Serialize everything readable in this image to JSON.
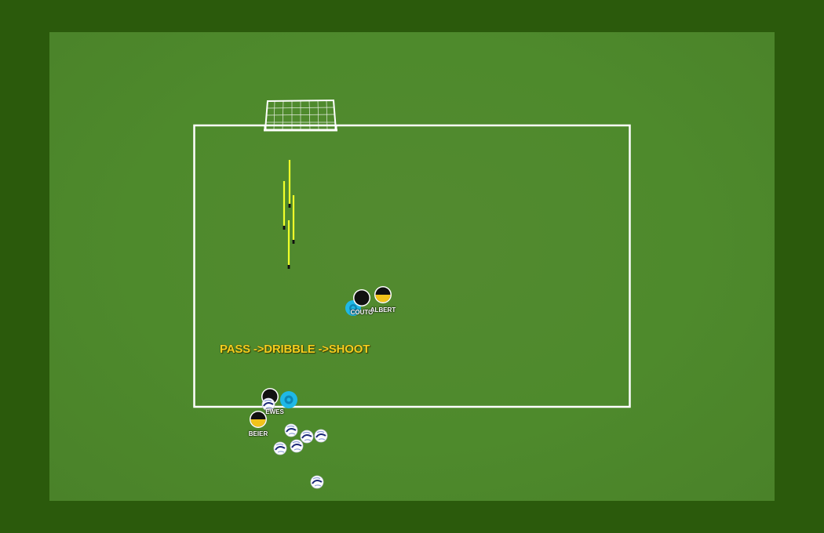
{
  "diagram": {
    "drill_label": "PASS ->DRIBBLE ->SHOOT",
    "colors": {
      "background": "#2b5a0c",
      "pitch": "#4e8a2c",
      "lines": "#ffffff",
      "poles": "#f0ff2a",
      "label": "#f5cf1f",
      "marker": "#1fb8e6",
      "team_black": "#111111",
      "team_yellow": "#f2c31a"
    },
    "players": [
      {
        "name": "COUTO",
        "kit": "black"
      },
      {
        "name": "ALBERT",
        "kit": "black-yellow"
      },
      {
        "name": "EWES",
        "kit": "black"
      },
      {
        "name": "BEIER",
        "kit": "black-yellow"
      }
    ],
    "icons": {
      "goal": "goal-icon",
      "pole": "training-pole-icon",
      "ball": "football-icon",
      "marker": "disc-marker-icon"
    }
  }
}
